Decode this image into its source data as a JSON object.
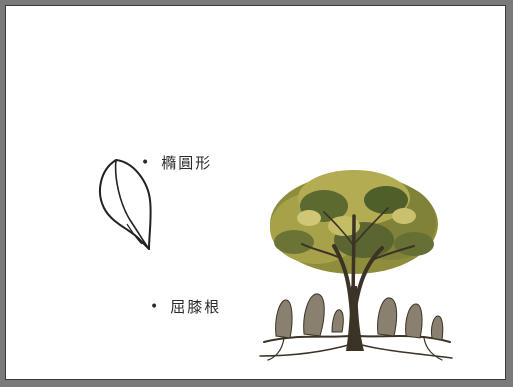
{
  "slide": {
    "bullets": [
      {
        "text": "橢圓形",
        "image": "elliptical-leaf-drawing"
      },
      {
        "text": "屈膝根",
        "image": "tree-with-knee-roots-drawing"
      }
    ]
  },
  "colors": {
    "background": "#ffffff",
    "frame": "#3a3a3a",
    "text": "#2a2a2a",
    "foliage_dark": "#4f5f2a",
    "foliage_light": "#b3ac52",
    "trunk": "#3b3326"
  }
}
